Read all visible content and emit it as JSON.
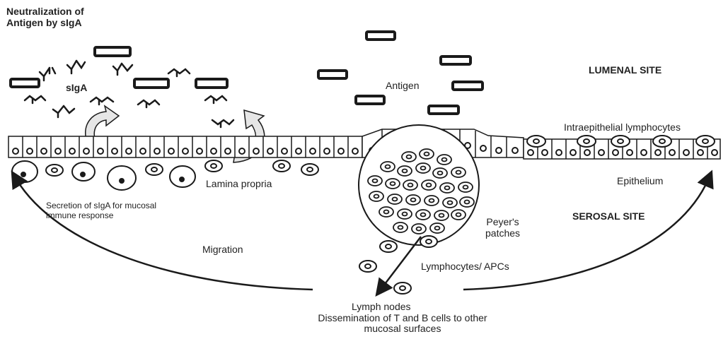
{
  "labels": {
    "neutralization": "Neutralization of\nAntigen by sIgA",
    "siga": "sIgA",
    "antigen": "Antigen",
    "lumenal_site": "LUMENAL SITE",
    "intraepithelial": "Intraepithelial lymphocytes",
    "epithelium": "Epithelium",
    "lamina_propria": "Lamina propria",
    "secretion": "Secretion of sIgA for mucosal\nimmune response",
    "peyers_patches": "Peyer's\npatches",
    "serosal_site": "SEROSAL SITE",
    "migration": "Migration",
    "lymphocytes_apcs": "Lymphocytes/ APCs",
    "lymph_nodes": "Lymph nodes",
    "dissemination": "Dissemination of T and B cells to other\nmucosal surfaces"
  },
  "colors": {
    "ink": "#1a1a1a",
    "antigen_fill": "#2b2b2b",
    "arrow_fill": "#e6e6e6",
    "background": "#ffffff"
  }
}
